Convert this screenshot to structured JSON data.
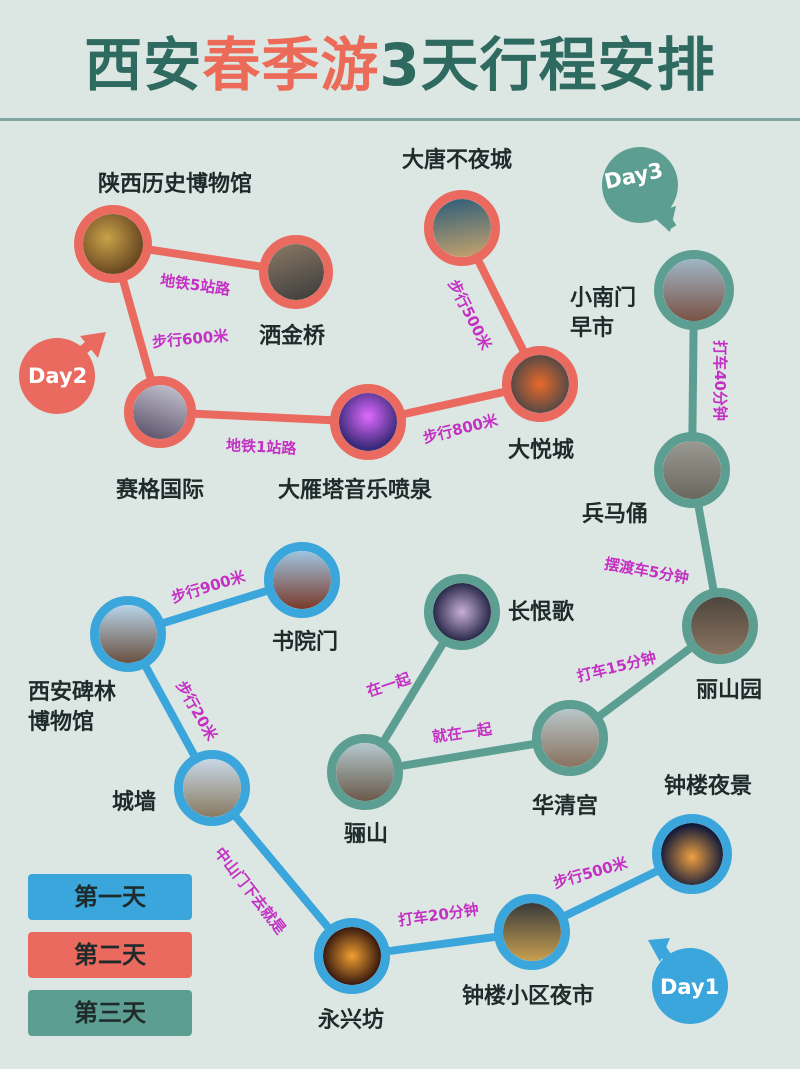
{
  "title": {
    "part1": "西安",
    "part2": "春季游",
    "part3": "3天行程安排"
  },
  "colors": {
    "day1": "#3aa6dc",
    "day2": "#ea6a5f",
    "day3": "#5c9f92",
    "edge_label": "#c530c4",
    "title": "#2e6a5f",
    "title_highlight": "#ec6a58"
  },
  "days": {
    "day1": "Day1",
    "day2": "Day2",
    "day3": "Day3"
  },
  "legend": {
    "first": "第一天",
    "second": "第二天",
    "third": "第三天"
  },
  "places": {
    "shaanxi_museum": "陕西历史博物馆",
    "jiujin_bridge": "洒金桥",
    "saige": "赛格国际",
    "dayanta": "大雁塔音乐喷泉",
    "datang": "大唐不夜城",
    "dayue": "大悦城",
    "xiaonanmen_l1": "小南门",
    "xiaonanmen_l2": "早市",
    "bingmayong": "兵马俑",
    "lishanyuan": "丽山园",
    "huaqing": "华清宫",
    "lishan": "骊山",
    "changhenge": "长恨歌",
    "shuyuanmen": "书院门",
    "beilin_l1": "西安碑林",
    "beilin_l2": "博物馆",
    "chengqiang": "城墙",
    "yongxingfang": "永兴坊",
    "zhonglou_market": "钟楼小区夜市",
    "zhonglou_night": "钟楼夜景"
  },
  "edges": {
    "museum_bridge": "地铁5站路",
    "museum_saige": "步行600米",
    "saige_dayanta": "地铁1站路",
    "dayanta_dayue": "步行800米",
    "datang_dayue": "步行500米",
    "xiaonanmen_bmy": "打车40分钟",
    "bmy_lsy": "摆渡车5分钟",
    "lsy_hq": "打车15分钟",
    "hq_ls": "就在一起",
    "ls_chg": "在一起",
    "sym_bl": "步行900米",
    "bl_cq": "步行20米",
    "cq_yxf": "中山门下去就是",
    "yxf_zlm": "打车20分钟",
    "zlm_zln": "步行500米"
  }
}
